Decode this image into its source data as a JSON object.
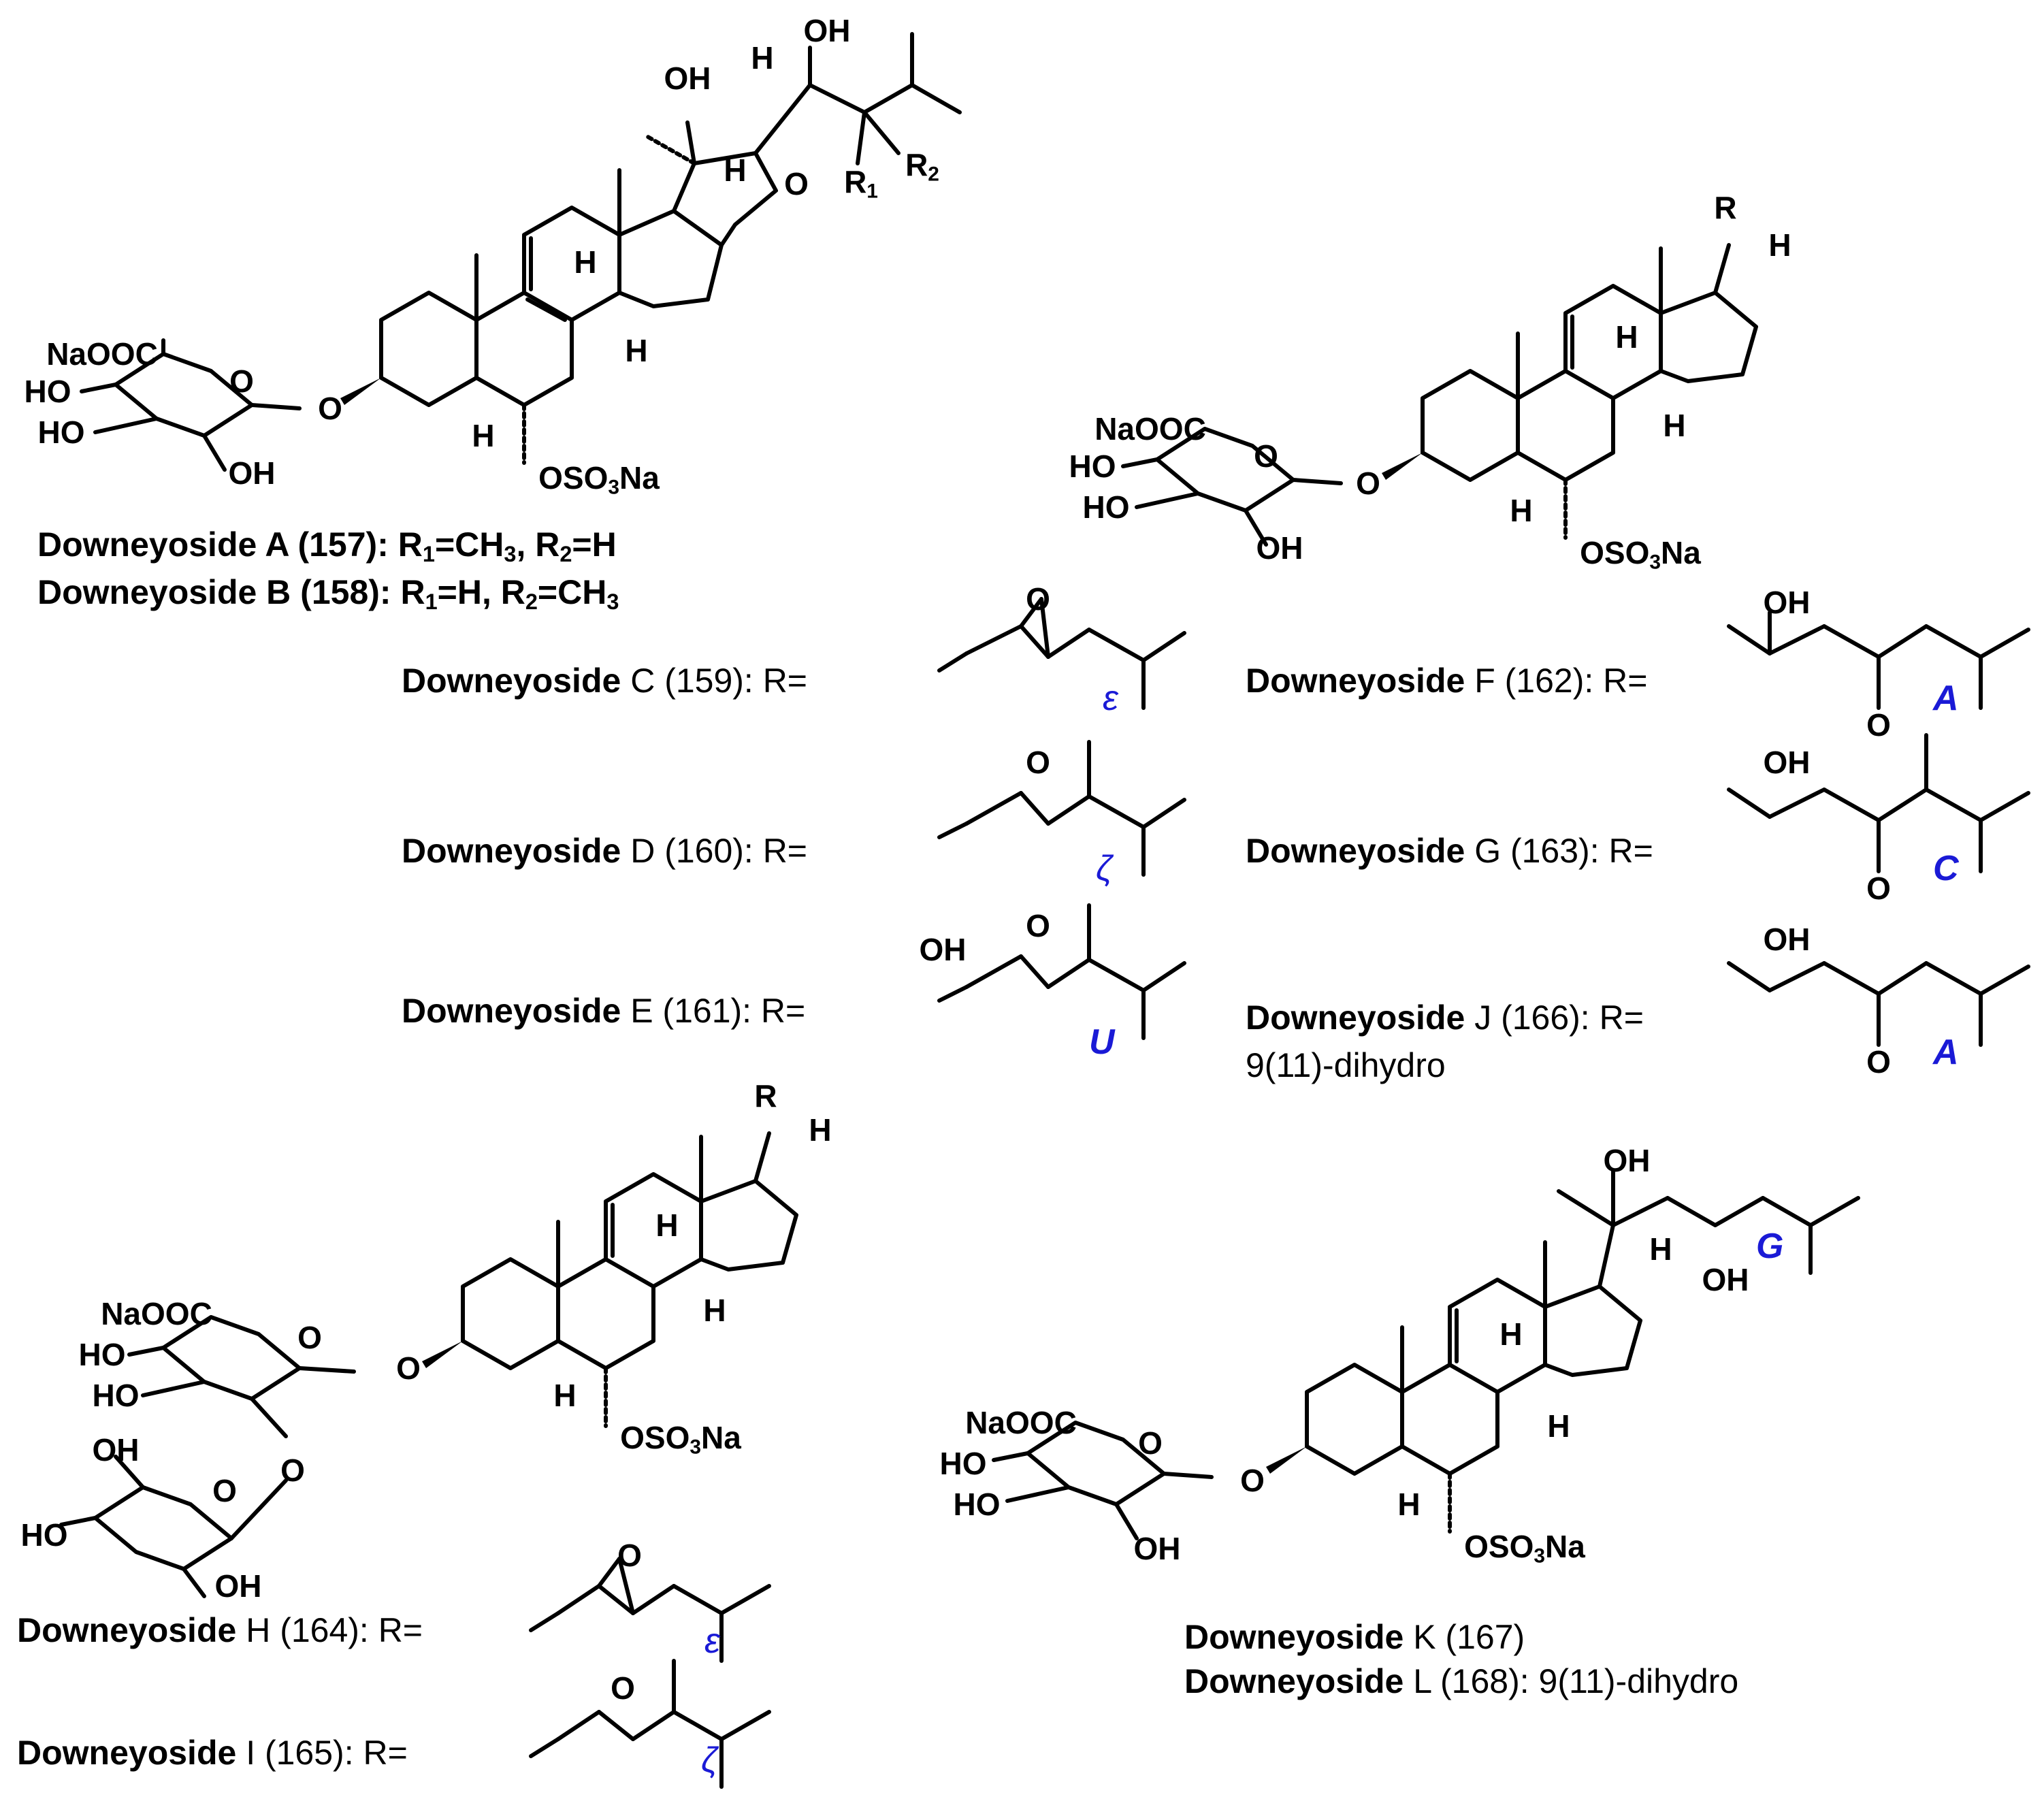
{
  "compounds": {
    "a_label_prefix": "Downeyoside A (157): R",
    "a_label_mid": "=CH",
    "a_label_suffix": ", R",
    "a_label_end": "=H",
    "b_label_prefix": "Downeyoside B (158): R",
    "b_label_mid": "=H, R",
    "b_label_end": "=CH",
    "c_name": "Downeyoside",
    "c_id": " C (159):  R=",
    "d_name": "Downeyoside",
    "d_id": " D (160):  R=",
    "e_name": "Downeyoside",
    "e_id": " E (161):  R=",
    "f_name": "Downeyoside",
    "f_id": " F (162):  R=",
    "g_name": "Downeyoside",
    "g_id": " G (163):  R=",
    "j_name": "Downeyoside",
    "j_id": " J (166):  R=",
    "j_note": "9(11)-dihydro",
    "h_name": "Downeyoside",
    "h_id": " H (164):  R=",
    "i_name": "Downeyoside",
    "i_id": " I (165):  R=",
    "k_name": "Downeyoside",
    "k_id": " K (167)",
    "l_name": "Downeyoside",
    "l_id": " L (168):  9(11)-dihydro"
  },
  "side_chain_tags": {
    "c": "ε",
    "d": "ζ",
    "e": "U",
    "f": "A",
    "g": "C",
    "j": "A",
    "h": "ε",
    "i": "ζ",
    "k": "G"
  },
  "atoms": {
    "naooc": "NaOOC",
    "ho": "HO",
    "oh": "OH",
    "o": "O",
    "h": "H",
    "oso3na_a": "OSO",
    "oso3na_b": "Na",
    "r": "R",
    "r1": "R",
    "r2": "R"
  },
  "colors": {
    "tag": "#1a1ad6",
    "ink": "#000000"
  }
}
